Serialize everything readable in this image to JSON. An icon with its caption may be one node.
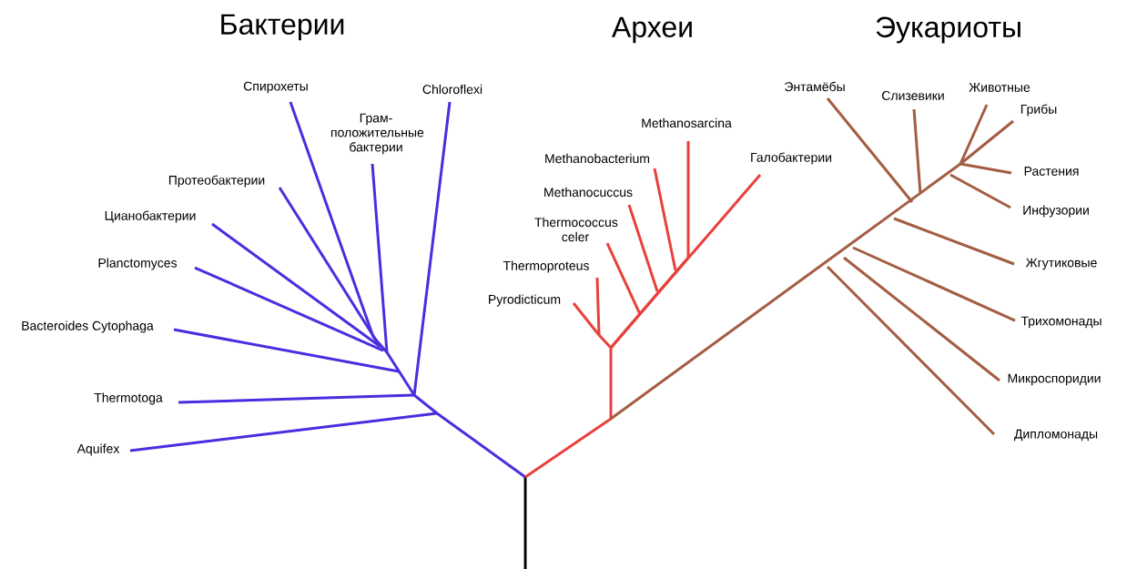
{
  "diagram": {
    "nodes": [
      {
        "text": [
          "Спирохеты"
        ]
      },
      {
        "text": [
          "Chloroflexi"
        ]
      },
      {
        "text": [
          "Грам- положительные бактерии"
        ]
      },
      {
        "text": [
          "Протеобактерии"
        ]
      },
      {
        "text": [
          "Цианобактерии"
        ]
      },
      {
        "text": [
          "Planctomyces"
        ]
      },
      {
        "text": [
          "Bacteroides Cytophaga"
        ]
      },
      {
        "text": [
          "Thermotoga"
        ]
      },
      {
        "text": [
          "Aquifex"
        ]
      },
      {
        "text": [
          "Methanosarcina"
        ]
      },
      {
        "text": [
          "Methanobacterium"
        ]
      },
      {
        "text": [
          "Галобактерии"
        ]
      },
      {
        "text": [
          "Methanocuccus"
        ]
      },
      {
        "text": [
          "Thermococcus celer"
        ]
      },
      {
        "text": [
          "Thermoproteus"
        ]
      },
      {
        "text": [
          "Pyrodicticum"
        ]
      },
      {
        "text": [
          "Энтамёбы"
        ]
      },
      {
        "text": [
          "Слизевики"
        ]
      },
      {
        "text": [
          "Животные"
        ]
      },
      {
        "text": [
          "Грибы"
        ]
      },
      {
        "text": [
          "Растения"
        ]
      },
      {
        "text": [
          "Инфузории"
        ]
      },
      {
        "text": [
          "Жгутиковые"
        ]
      },
      {
        "text": [
          "Трихомонады"
        ]
      },
      {
        "text": [
          "Микроспоридии"
        ]
      },
      {
        "text": [
          "Дипломонады"
        ]
      }
    ],
    "edges": [
      {
        "from": null,
        "to": 0,
        "arrow": "none",
        "color": "#4a2de0"
      },
      {
        "from": null,
        "to": 1,
        "arrow": "none",
        "color": "#4a2de0"
      },
      {
        "from": null,
        "to": 2,
        "arrow": "none",
        "color": "#4a2de0"
      },
      {
        "from": null,
        "to": 3,
        "arrow": "none",
        "color": "#4a2de0"
      },
      {
        "from": null,
        "to": 4,
        "arrow": "none",
        "color": "#4a2de0"
      },
      {
        "from": null,
        "to": 5,
        "arrow": "none",
        "color": "#4a2de0"
      },
      {
        "from": null,
        "to": 6,
        "arrow": "none",
        "color": "#4a2de0"
      },
      {
        "from": null,
        "to": 7,
        "arrow": "none",
        "color": "#4a2de0"
      },
      {
        "from": null,
        "to": 8,
        "arrow": "none",
        "color": "#4a2de0"
      },
      {
        "from": null,
        "to": 9,
        "arrow": "none",
        "color": "#e8413c"
      },
      {
        "from": null,
        "to": 10,
        "arrow": "none",
        "color": "#e8413c"
      },
      {
        "from": null,
        "to": 11,
        "arrow": "none",
        "color": "#e8413c"
      },
      {
        "from": null,
        "to": 12,
        "arrow": "none",
        "color": "#e8413c"
      },
      {
        "from": null,
        "to": 13,
        "arrow": "none",
        "color": "#e8413c"
      },
      {
        "from": null,
        "to": 14,
        "arrow": "none",
        "color": "#e8413c"
      },
      {
        "from": null,
        "to": 15,
        "arrow": "none",
        "color": "#e8413c"
      },
      {
        "from": null,
        "to": 16,
        "arrow": "none",
        "color": "#a35d42"
      },
      {
        "from": null,
        "to": 17,
        "arrow": "none",
        "color": "#a35d42"
      },
      {
        "from": null,
        "to": 18,
        "arrow": "none",
        "color": "#a35d42"
      },
      {
        "from": null,
        "to": 19,
        "arrow": "none",
        "color": "#a35d42"
      },
      {
        "from": null,
        "to": 20,
        "arrow": "none",
        "color": "#a35d42"
      },
      {
        "from": null,
        "to": 21,
        "arrow": "none",
        "color": "#a35d42"
      },
      {
        "from": null,
        "to": 22,
        "arrow": "none",
        "color": "#a35d42"
      },
      {
        "from": null,
        "to": 23,
        "arrow": "none",
        "color": "#a35d42"
      },
      {
        "from": null,
        "to": 24,
        "arrow": "none",
        "color": "#a35d42"
      },
      {
        "from": null,
        "to": 25,
        "arrow": "none",
        "color": "#a35d42"
      }
    ],
    "labels": [
      "Бактерии",
      "Археи",
      "Эукариоты"
    ]
  }
}
